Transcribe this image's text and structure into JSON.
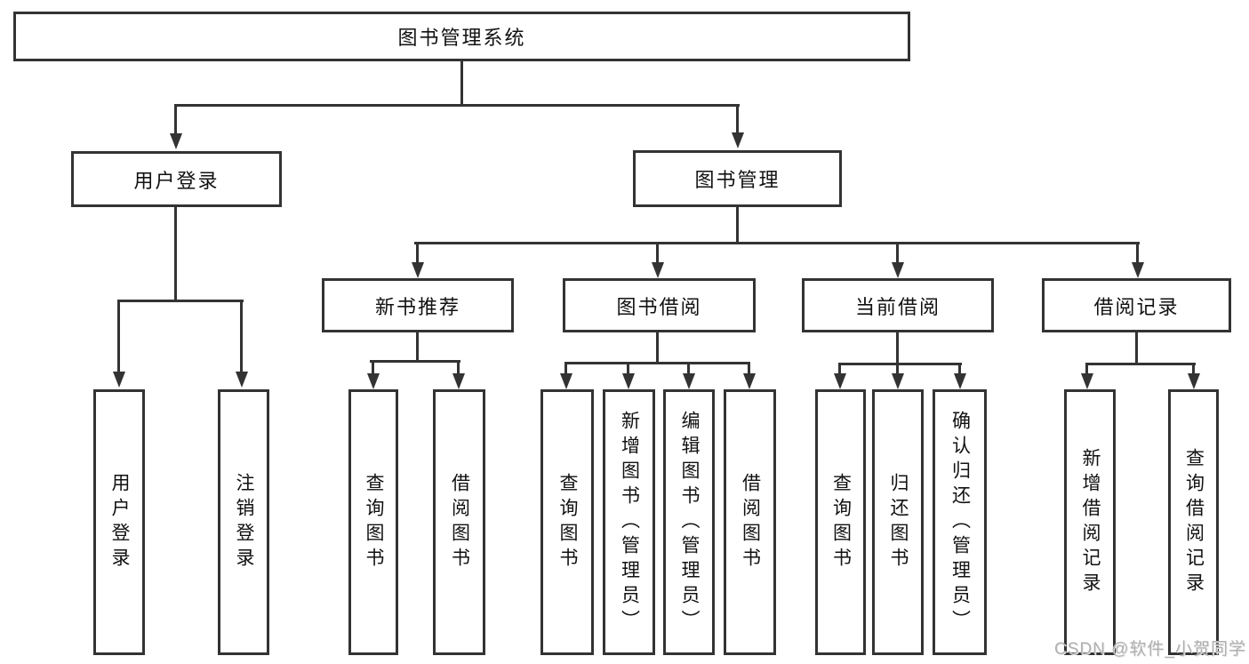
{
  "nodes": {
    "root": "图书管理系统",
    "level2": [
      "用户登录",
      "图书管理"
    ],
    "level3": [
      "新书推荐",
      "图书借阅",
      "当前借阅",
      "借阅记录"
    ],
    "leaves": [
      "用户登录",
      "注销登录",
      "查询图书",
      "借阅图书",
      "查询图书",
      "新增图书（管理员）",
      "编辑图书（管理员）",
      "借阅图书",
      "查询图书",
      "归还图书",
      "确认归还（管理员）",
      "新增借阅记录",
      "查询借阅记录"
    ]
  },
  "watermark": "CSDN @软件_小贺同学",
  "colors": {
    "line": "#333333",
    "text": "#111111",
    "watermark": "#b0b0b0",
    "background": "#ffffff"
  }
}
